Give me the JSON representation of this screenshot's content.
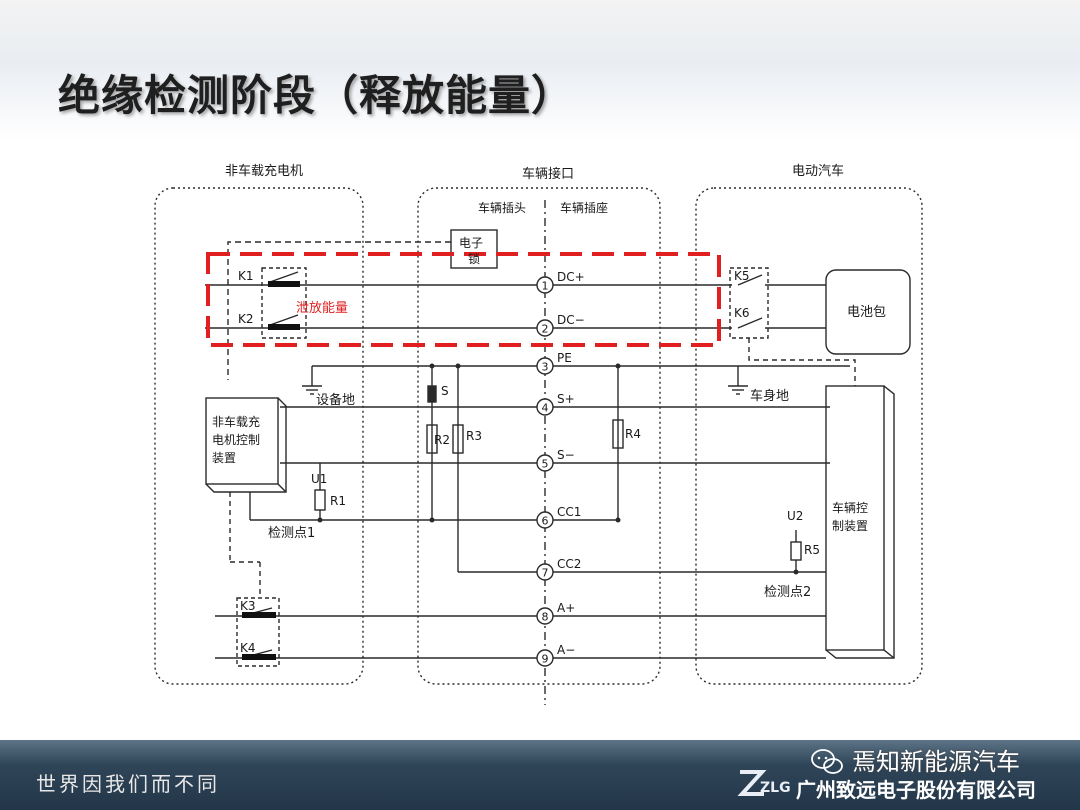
{
  "slide": {
    "title": "绝缘检测阶段（释放能量）",
    "footer_slogan": "世界因我们而不同",
    "company_name": "广州致远电子股份有限公司",
    "logo_text": "ZLG",
    "watermark_text": "焉知新能源汽车"
  },
  "diagram": {
    "sections": {
      "charger": "非车载充电机",
      "interface": "车辆接口",
      "vehicle": "电动汽车",
      "plug": "车辆插头",
      "socket": "车辆插座"
    },
    "components": {
      "e_lock": [
        "电子",
        "锁"
      ],
      "battery": "电池包",
      "charger_ctrl": [
        "非车载充",
        "电机控制",
        "装置"
      ],
      "vehicle_ctrl": [
        "车辆控",
        "制装置"
      ],
      "equip_ground": "设备地",
      "body_ground": "车身地",
      "detect_1": "检测点1",
      "detect_2": "检测点2",
      "release_energy": "泄放能量"
    },
    "switches": [
      "K1",
      "K2",
      "K3",
      "K4",
      "K5",
      "K6",
      "S"
    ],
    "resistors": [
      "R1",
      "R2",
      "R3",
      "R4",
      "R5"
    ],
    "sources": [
      "U1",
      "U2"
    ],
    "pins": [
      {
        "num": "1",
        "label": "DC+"
      },
      {
        "num": "2",
        "label": "DC−"
      },
      {
        "num": "3",
        "label": "PE"
      },
      {
        "num": "4",
        "label": "S+"
      },
      {
        "num": "5",
        "label": "S−"
      },
      {
        "num": "6",
        "label": "CC1"
      },
      {
        "num": "7",
        "label": "CC2"
      },
      {
        "num": "8",
        "label": "A+"
      },
      {
        "num": "9",
        "label": "A−"
      }
    ],
    "colors": {
      "highlight": "#e02020",
      "line": "#2a2a2a"
    }
  }
}
